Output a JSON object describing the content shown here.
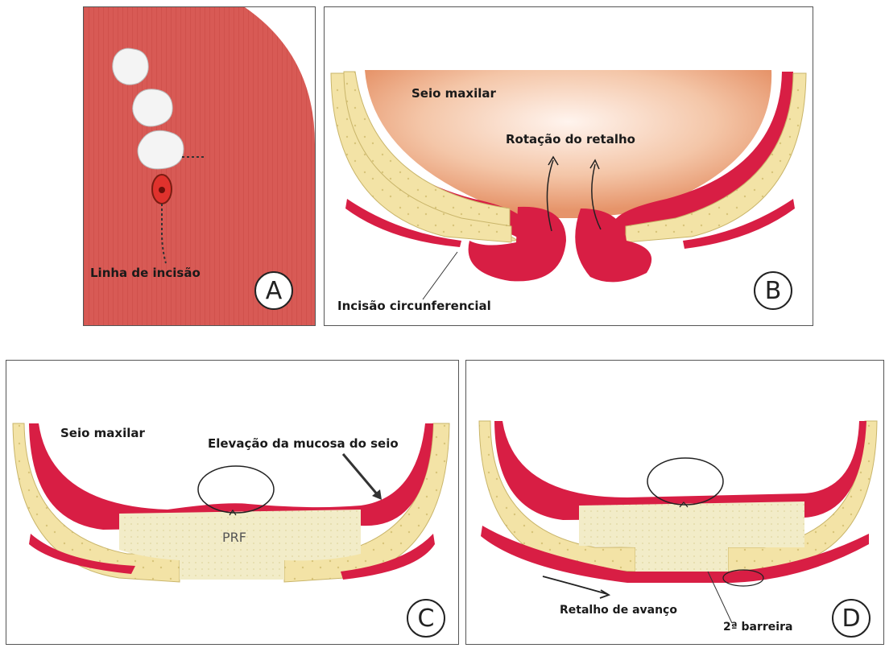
{
  "panels": {
    "a": {
      "letter": "A",
      "incision_label": "Linha de incisão"
    },
    "b": {
      "letter": "B",
      "sinus_label": "Seio maxilar",
      "rotation_label": "Rotação do retalho",
      "circumferential_label": "Incisão circunferencial"
    },
    "c": {
      "letter": "C",
      "sinus_label": "Seio maxilar",
      "elevation_label": "Elevação da mucosa do seio",
      "prf_label": "PRF"
    },
    "d": {
      "letter": "D",
      "advance_label": "Retalho de avanço",
      "barrier_label": "2ª barreira"
    }
  },
  "colors": {
    "gum": "#d94a4a",
    "mucosa": "#d81e44",
    "bone": "#f3e3a6",
    "prf": "#f2ecc8",
    "sinus": "#f0b58c"
  }
}
